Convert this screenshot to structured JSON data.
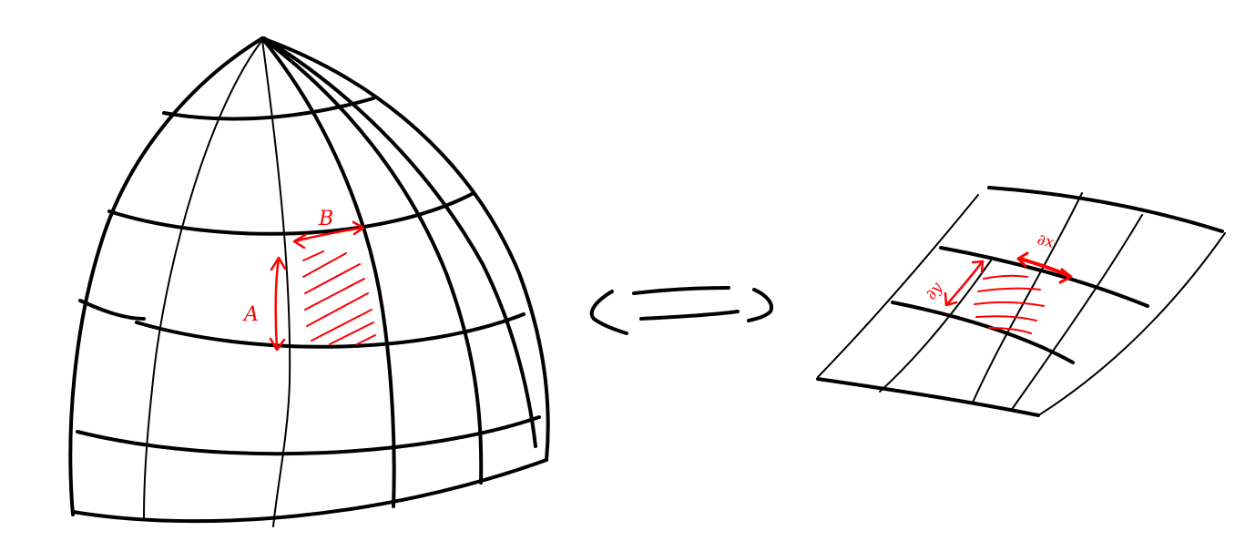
{
  "diagram": {
    "curved_surface": {
      "cell_height_label": "A",
      "cell_width_label": "B"
    },
    "flat_patch": {
      "dx_label": "∂x",
      "dy_label": "∂y"
    },
    "colors": {
      "ink": "#000000",
      "annotation": "#ff0000",
      "background": "#ffffff"
    }
  }
}
